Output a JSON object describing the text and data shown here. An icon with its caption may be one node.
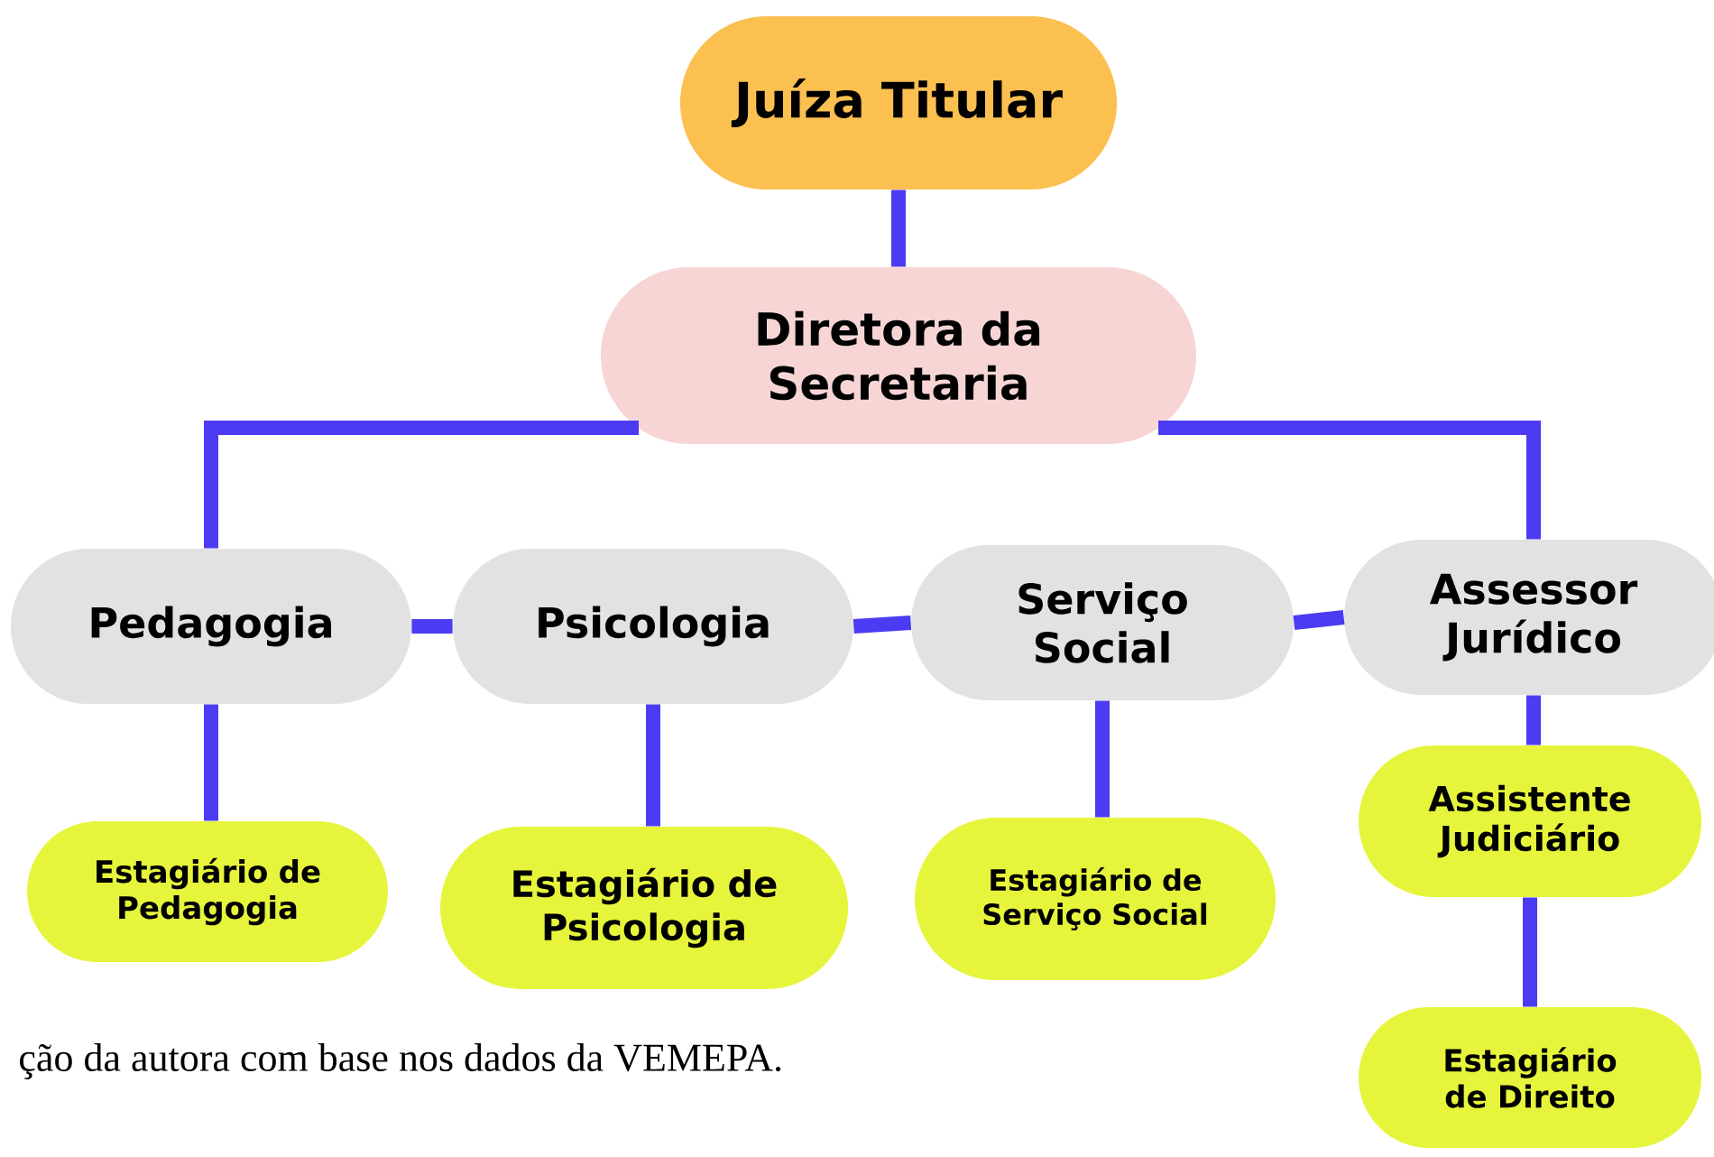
{
  "diagram": {
    "caption": "ção da autora com base nos dados da VEMEPA.",
    "nodes": [
      {
        "text": [
          "Juíza Titular"
        ]
      },
      {
        "text": [
          "Diretora da Secretaria"
        ]
      },
      {
        "text": [
          "Pedagogia"
        ]
      },
      {
        "text": [
          "Psicologia"
        ]
      },
      {
        "text": [
          "Serviço Social"
        ]
      },
      {
        "text": [
          "Assessor Jurídico"
        ]
      },
      {
        "text": [
          "Estagiário de Pedagogia"
        ]
      },
      {
        "text": [
          "Estagiário de Psicologia"
        ]
      },
      {
        "text": [
          "Estagiário de Serviço Social"
        ]
      },
      {
        "text": [
          "Assistente Judiciário"
        ]
      },
      {
        "text": [
          "Estagiário de Direito"
        ]
      }
    ],
    "edges": [
      {
        "from": 0,
        "to": 1,
        "arrow": "none"
      },
      {
        "from": 1,
        "to": 2,
        "arrow": "none"
      },
      {
        "from": 1,
        "to": 5,
        "arrow": "none"
      },
      {
        "from": 2,
        "to": 3,
        "arrow": "none"
      },
      {
        "from": 3,
        "to": 4,
        "arrow": "none"
      },
      {
        "from": 4,
        "to": 5,
        "arrow": "none"
      },
      {
        "from": 2,
        "to": 6,
        "arrow": "none"
      },
      {
        "from": 3,
        "to": 7,
        "arrow": "none"
      },
      {
        "from": 4,
        "to": 8,
        "arrow": "none"
      },
      {
        "from": 5,
        "to": 9,
        "arrow": "none"
      },
      {
        "from": 9,
        "to": 10,
        "arrow": "none"
      }
    ]
  }
}
